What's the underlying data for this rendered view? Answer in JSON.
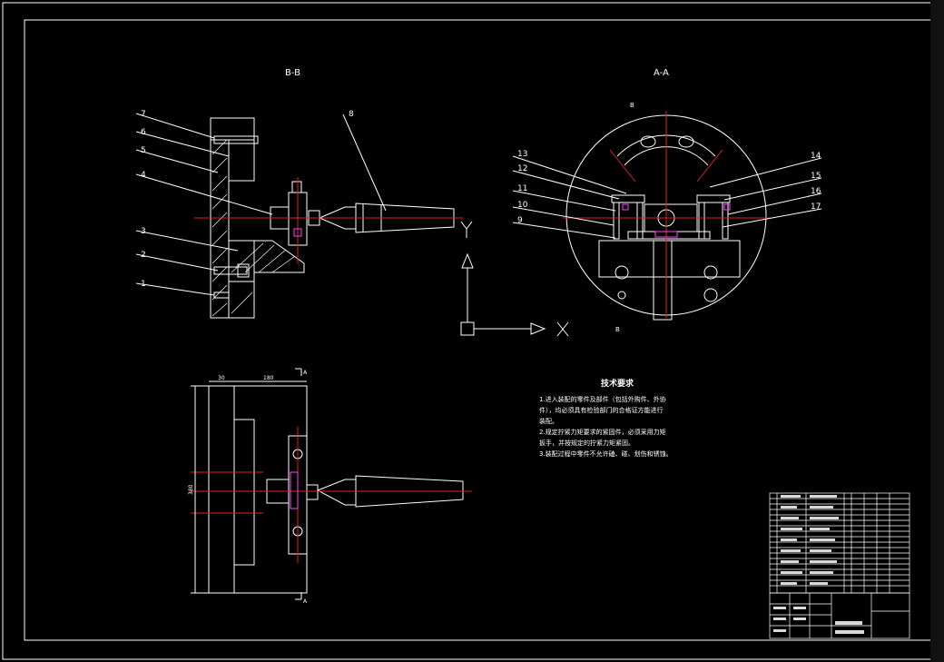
{
  "views": {
    "bb_label": "B-B",
    "aa_label": "A-A",
    "b_mark": "B",
    "a_mark": "A"
  },
  "callouts_left": [
    "7",
    "6",
    "5",
    "4",
    "3",
    "2",
    "1"
  ],
  "callout_top": "8",
  "callouts_aa_left": [
    "13",
    "12",
    "11",
    "10",
    "9"
  ],
  "callouts_aa_right": [
    "14",
    "15",
    "16",
    "17"
  ],
  "axes": {
    "x": "X",
    "y": "Y"
  },
  "dims": {
    "d1": "30",
    "d2": "180",
    "d3": "380"
  },
  "tech": {
    "title": "技术要求",
    "lines": [
      "1.进入装配的零件及部件（包括外购件、外协",
      "件），均必须具有检验部门的合格证方能进行",
      "装配。",
      "2.规定拧紧力矩要求的紧固件，必须采用力矩",
      "扳手，并按规定的拧紧力矩紧固。",
      "3.装配过程中零件不允许磕、碰、划伤和锈蚀。"
    ]
  },
  "colors": {
    "line": "#ffffff",
    "center": "#e02020",
    "hidden": "#ff40ff",
    "bg": "#000000"
  }
}
